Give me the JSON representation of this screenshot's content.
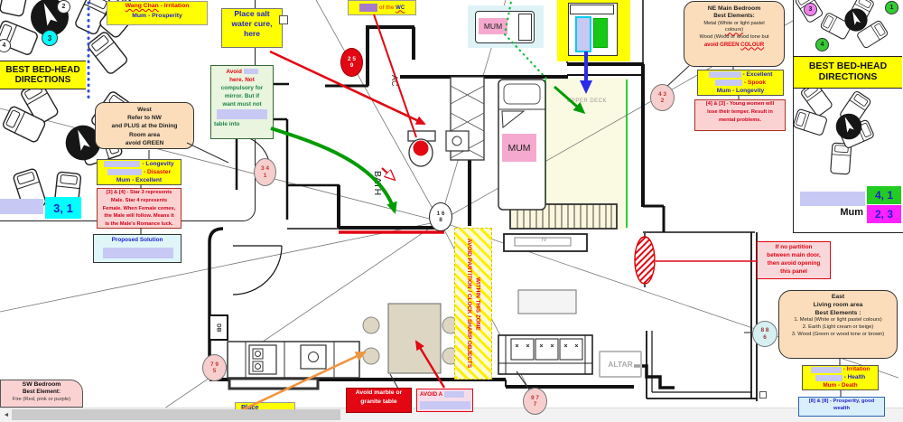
{
  "left_panel": {
    "banner1": "BEST BED-HEAD",
    "banner2": "DIRECTIONS",
    "badge1": "2",
    "badge2": "3",
    "badge3": "4",
    "score": "3, 1"
  },
  "right_panel": {
    "banner1": "BEST BED-HEAD",
    "banner2": "DIRECTIONS",
    "badge1": "3",
    "badge2": "4",
    "badge3": "1",
    "mum": "Mum",
    "score_top": "4, 1",
    "score_bottom": "2, 3"
  },
  "notes": {
    "wang_chan": {
      "name": "Wang Chan",
      "rest": " - Irritation",
      "line2": "Mum - Prosperity"
    },
    "wc": {
      "prefix": "of the ",
      "word": "WC"
    },
    "salt": {
      "l1": "Place salt",
      "l2": "water cure,",
      "l3": "here"
    },
    "mirror": {
      "l1": "Avoid",
      "l2": "here. Not",
      "l3": "compulsory for",
      "l4": "mirror. But if",
      "l5": "want must not",
      "l6": "table into"
    },
    "west": {
      "l1": "West",
      "l2": "Refer to NW",
      "l3": "and PLUS at the Dining",
      "l4": "Room area",
      "l5": "avoid GREEN"
    },
    "west_scores": {
      "l1": "- Longevity",
      "l2": "- Disaster",
      "l3": "Mum - Excellent"
    },
    "star34": {
      "l1": "[3] & [4] - Star 3 represents",
      "l2": "Male. Star 4 represents",
      "l3": "Female. When Female comes,",
      "l4": "the Male will follow. Means it",
      "l5": "is the Male's Romance luck."
    },
    "proposed": "Proposed Solution",
    "ne": {
      "title": "NE Main Bedroom",
      "sub": "Best Elements:",
      "m1": "Metal (White or light pastel",
      "m2": "colours)",
      "w1": "Wood (Wood or wood tone but",
      "warn1": "avoid GREEN ",
      "warn2": "COLOUR"
    },
    "ne_scores": {
      "l1": "- Excellent",
      "l2": "- Spook",
      "l3": "Mum - Longevity"
    },
    "young": {
      "l1": "[4] & [3] - Young women will",
      "l2": "lose their temper. Result in",
      "l3": "mental problems."
    },
    "partition": {
      "l1": "If no partition",
      "l2": "between main door,",
      "l3": "then avoid opening",
      "l4": "this panel"
    },
    "east": {
      "title": "East",
      "sub1": "Living room area",
      "sub2": "Best Elements :",
      "e1": "1. Metal (White or light pastel colours)",
      "e2": "2. Earth (Light cream or beige)",
      "e3": "3. Wood (Green or wood tone or brown)"
    },
    "east_scores": {
      "l1": "- Irritation",
      "l2": "- Health",
      "l3": "Mum - Death"
    },
    "prosperity": {
      "l1": "[8] & [8] - Prosperity, good",
      "l2": "wealth"
    },
    "sw": {
      "title": "SW Bedroom",
      "sub": "Best Element:",
      "l1": "Fire (Red, pink or purple)"
    },
    "marble": {
      "l1": "Avoid marble or",
      "l2": "granite table"
    },
    "avoid_a": "AVOID A",
    "place_partial": "Place",
    "zone": "AVOID PARTITION / CLOCK / SHARP OBJECTS WITHIN THIS ZONE"
  },
  "plan": {
    "bath": "BATH",
    "ac": "AC",
    "upper_deck": "UPPER DECK",
    "mum_room": "MUM",
    "mum_bed": "MUM",
    "tv": "TV",
    "db": "DB",
    "altar": "ALTAR"
  },
  "circles": {
    "c259": {
      "t": "2 5",
      "b": "9"
    },
    "c341": {
      "t": "3 4",
      "b": "1"
    },
    "c432": {
      "t": "4 3",
      "b": "2"
    },
    "c168": {
      "t": "1 6",
      "b": "8"
    },
    "c886": {
      "t": "8 8",
      "b": "6"
    },
    "c795": {
      "t": "7 9",
      "b": "5"
    },
    "c977": {
      "t": "9 7",
      "b": "7"
    }
  },
  "scrollbar": {
    "left_arrow": "◄"
  },
  "colors": {
    "annotation_yellow": "#FFFF00",
    "element_peach": "#FBDDBB",
    "warning_pink": "#FBD2D2",
    "redaction_lavender": "#C7C9F4",
    "badge_cyan": "#00FFFF",
    "badge_green": "#22CC22",
    "badge_magenta": "#FF22FF",
    "alert_red": "#E30613"
  }
}
